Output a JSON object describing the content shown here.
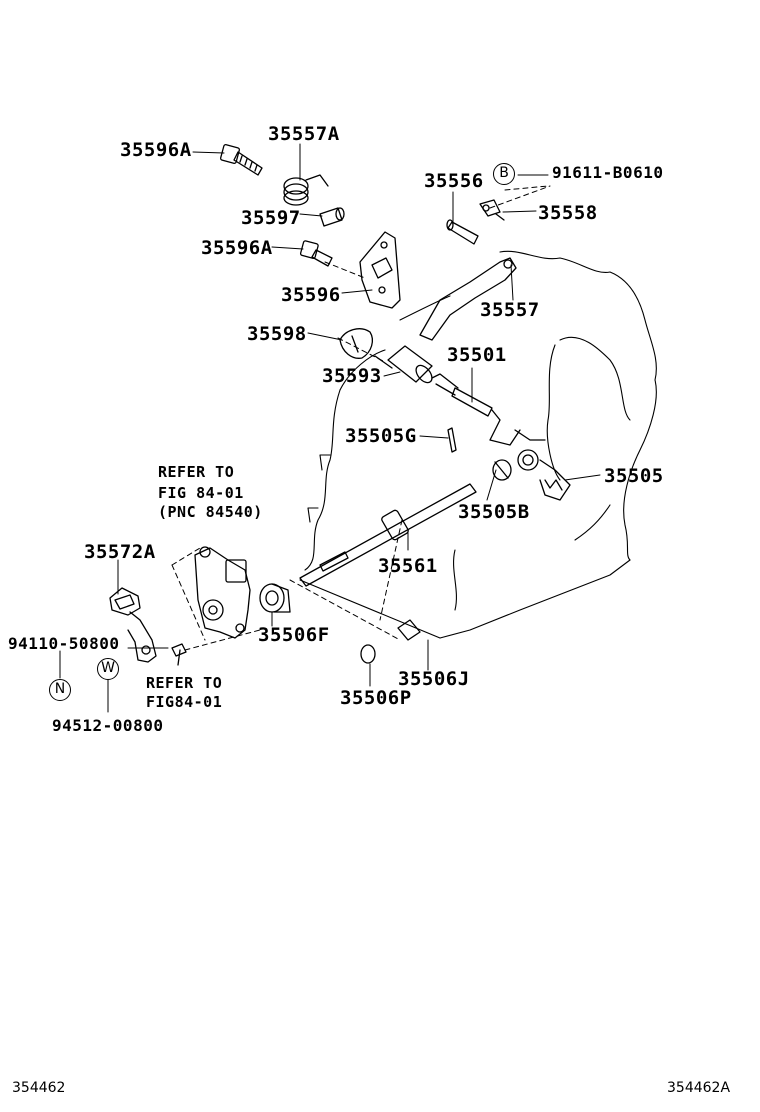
{
  "labels": {
    "p35596A_1": "35596A",
    "p35557A": "35557A",
    "p35597": "35597",
    "p35596A_2": "35596A",
    "p35596": "35596",
    "p35598": "35598",
    "p35593": "35593",
    "p35556": "35556",
    "p91611": "91611-B0610",
    "p35558": "35558",
    "p35557": "35557",
    "p35501": "35501",
    "p35505G": "35505G",
    "p35505": "35505",
    "p35505B": "35505B",
    "p35561": "35561",
    "p35572A": "35572A",
    "p35506F": "35506F",
    "p94110": "94110-50800",
    "p35506J": "35506J",
    "p35506P": "35506P",
    "p94512": "94512-00800"
  },
  "refer1": {
    "line1": "REFER TO",
    "line2": "FIG 84-01",
    "line3": "(PNC 84540)"
  },
  "refer2": {
    "line1": "REFER TO",
    "line2": "FIG84-01"
  },
  "markers": {
    "b": "B",
    "n": "N",
    "w": "W"
  },
  "footer": {
    "left": "354462",
    "right": "354462A"
  },
  "icons": [
    "bolt-icon",
    "spring-icon",
    "pin-icon",
    "bracket-icon",
    "lever-icon",
    "shaft-icon",
    "switch-icon",
    "gasket-icon",
    "transmission-case-icon"
  ]
}
